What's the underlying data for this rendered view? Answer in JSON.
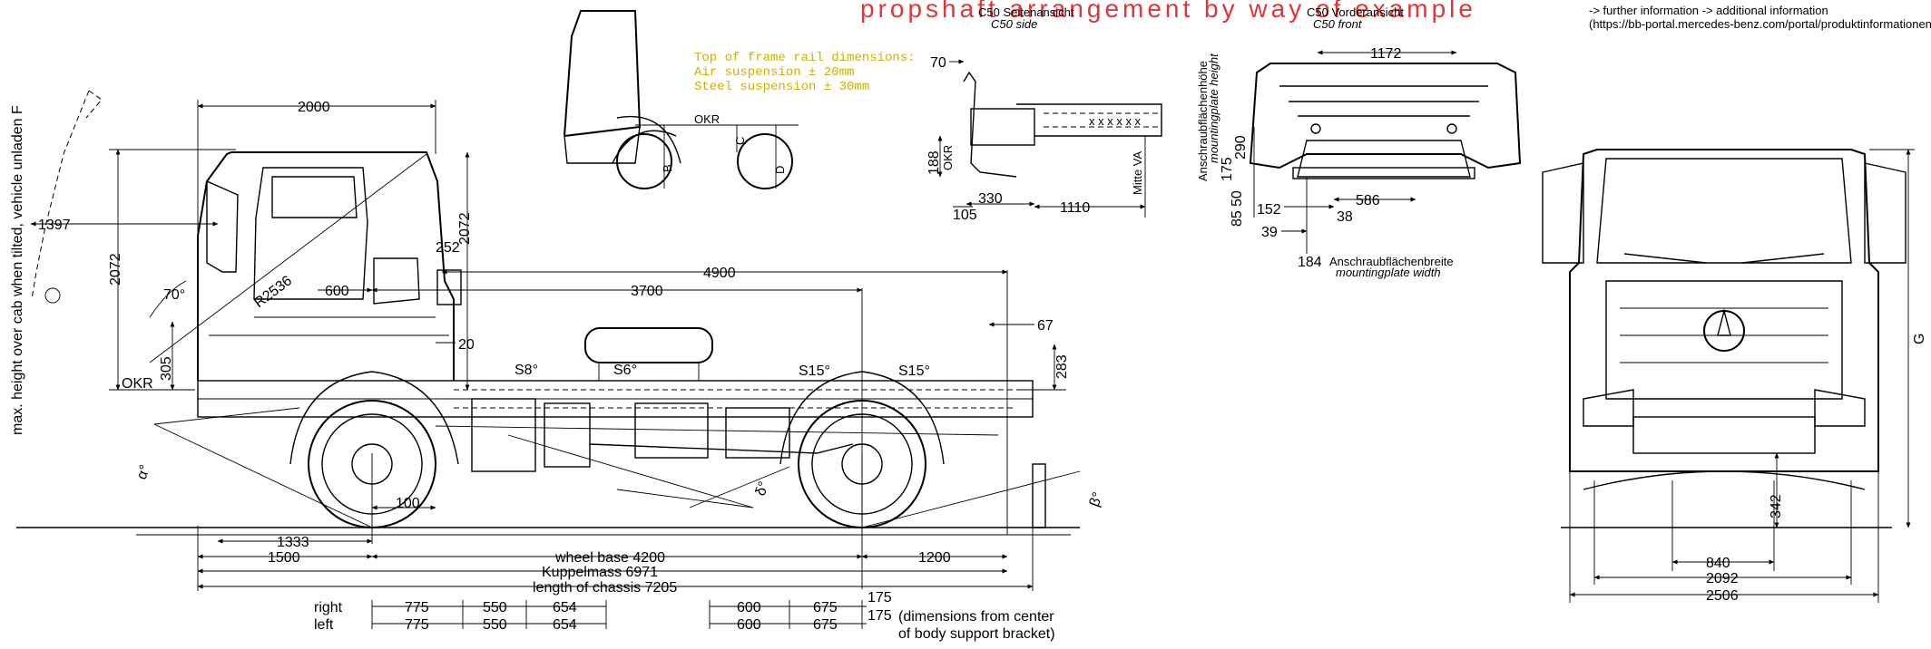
{
  "watermark": "propshaft arrangement by way of example",
  "info": {
    "line1": "-> further information -> additional information",
    "line2": "(https://bb-portal.mercedes-benz.com/portal/produktinformationen.html"
  },
  "frame_note": {
    "title": "Top of frame rail dimensions:",
    "air": "Air suspension   ± 20mm",
    "steel": "Steel suspension  ± 30mm"
  },
  "side": {
    "vertical_label": "max. height over cab when tilted, vehicle unladen F",
    "dims": {
      "d2000": "2000",
      "d1397": "1397",
      "d2072a": "2072",
      "d2072b": "2072",
      "d252": "252",
      "d600": "600",
      "d3700": "3700",
      "d4900": "4900",
      "d20": "20",
      "d67": "67",
      "d283": "283",
      "d305": "305",
      "d100": "100",
      "d1333": "1333",
      "d1500": "1500",
      "d1200": "1200",
      "wheelbase": "wheel base 4200",
      "kuppel": "Kuppelmass 6971",
      "length": "length of chassis 7205"
    },
    "labels": {
      "okr": "OKR",
      "r2536": "R2536",
      "a70": "70°",
      "alpha": "α°",
      "beta": "β°",
      "s8": "S8°",
      "s6": "S6°",
      "s15a": "S15°",
      "s15b": "S15°",
      "delta": "δ°"
    }
  },
  "brackets": {
    "right": "right",
    "left": "left",
    "r1": "775",
    "r2": "550",
    "r3": "654",
    "r4": "600",
    "r5": "675",
    "r6": "175",
    "l1": "775",
    "l2": "550",
    "l3": "654",
    "l4": "600",
    "l5": "675",
    "l6": "175",
    "note1": "(dimensions from center",
    "note2": "of body support bracket)"
  },
  "small_cab": {
    "okr": "OKR",
    "b": "B",
    "c": "C",
    "d": "D"
  },
  "c50_side": {
    "title": "C50 Seitenansicht",
    "title_en": "C50  side",
    "d70": "70",
    "d188": "188",
    "okr": "OKR",
    "d330": "330",
    "d105": "105",
    "d1110": "1110",
    "mitte": "Mitte VA"
  },
  "c50_front": {
    "title": "C50 Vorderansicht",
    "title_en": "C50  front",
    "d1172": "1172",
    "d290": "290",
    "d175": "175",
    "d50": "50",
    "d85": "85",
    "d152": "152",
    "d586": "586",
    "d38": "38",
    "d39": "39",
    "d184": "184",
    "height_de": "Anschraubflächenhöhe",
    "height_en": "mountingplate  height",
    "width_de": "Anschraubflächenbreite",
    "width_en": "mountingplate  width"
  },
  "front": {
    "g": "G",
    "d342": "342",
    "d840": "840",
    "d2092": "2092",
    "d2506": "2506"
  }
}
